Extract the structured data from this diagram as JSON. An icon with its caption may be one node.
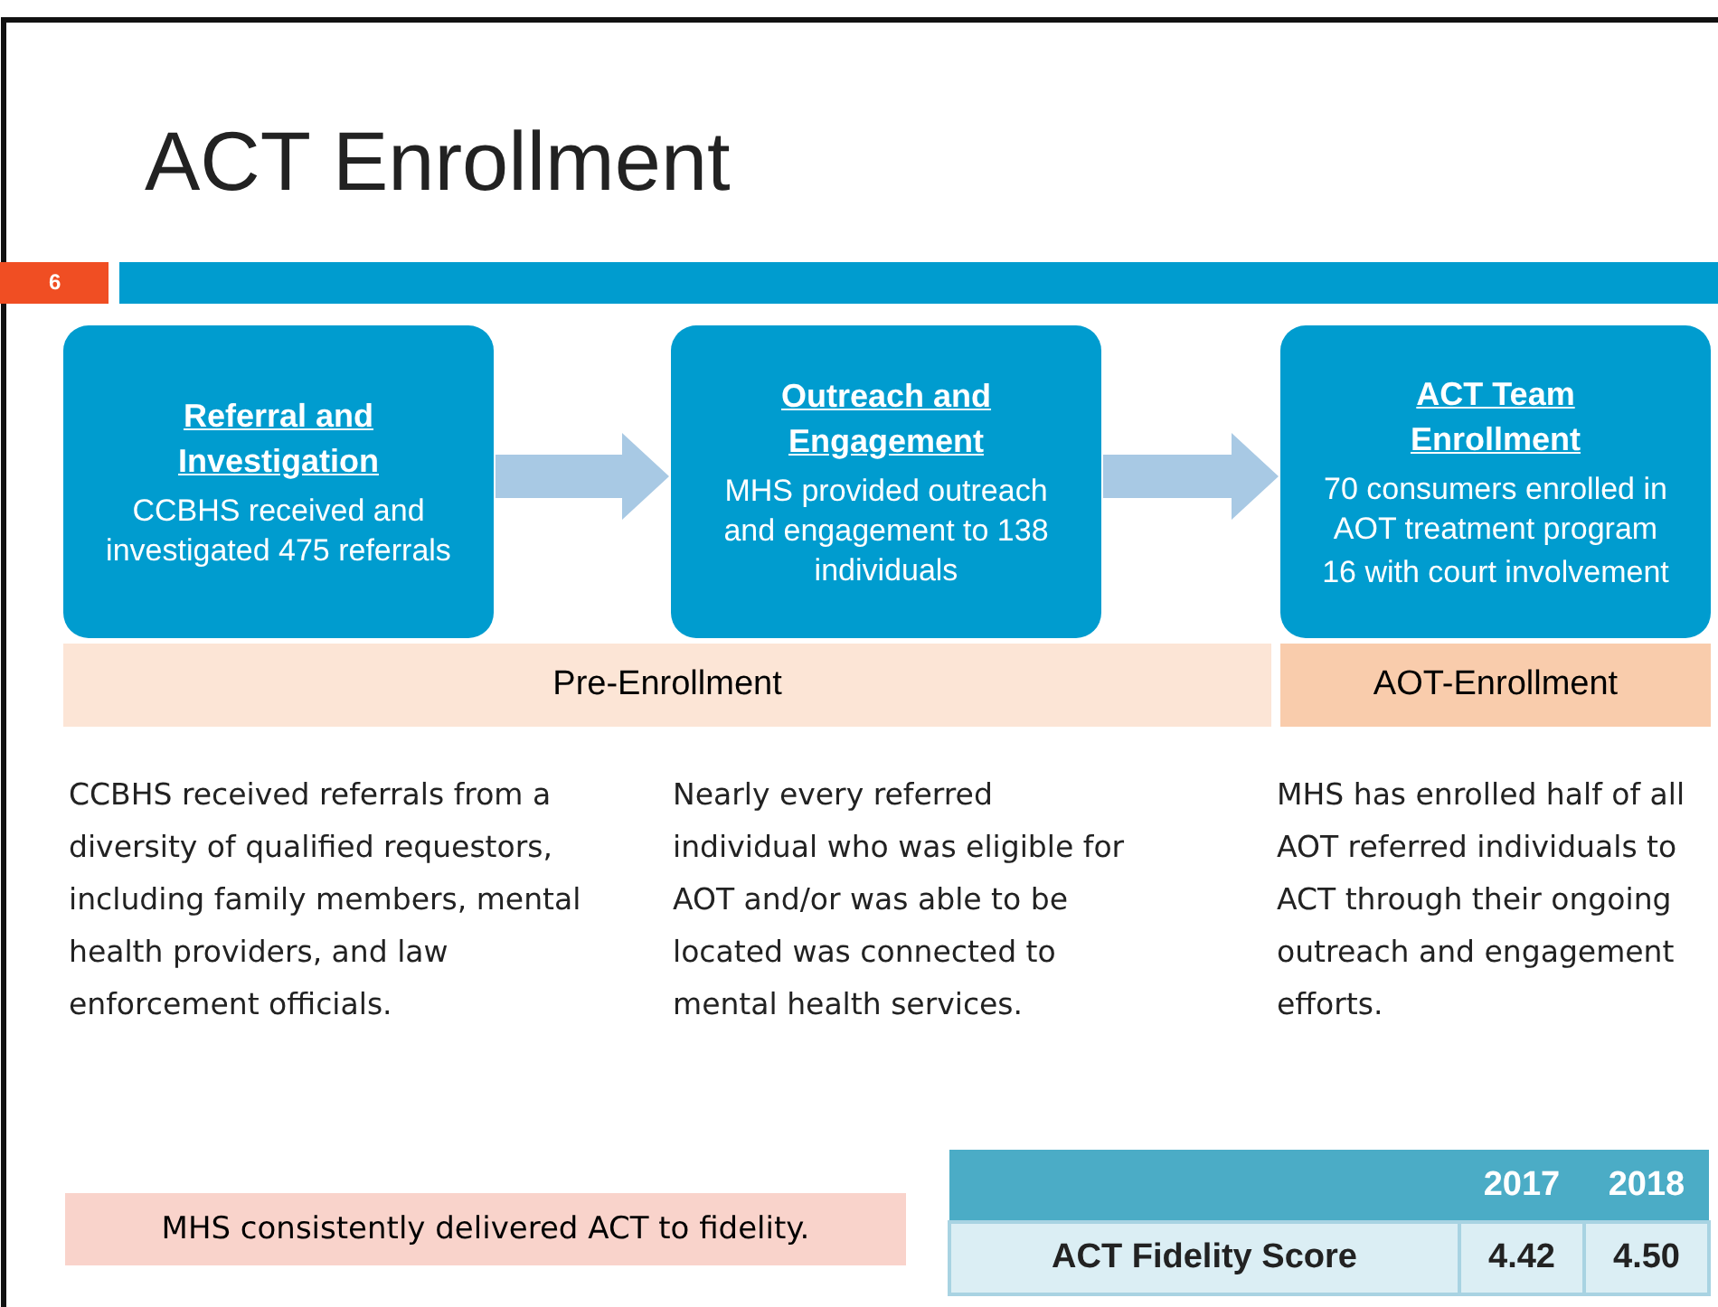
{
  "diagram": {
    "title": "ACT Enrollment",
    "nodes": [
      {
        "text": [
          "Referral and Investigation",
          "CCBHS received and investigated 475 referrals"
        ]
      },
      {
        "text": [
          "Outreach and Engagement",
          "MHS provided outreach and engagement to 138 individuals"
        ]
      },
      {
        "text": [
          "ACT Team Enrollment",
          "70 consumers enrolled in AOT treatment program",
          "16 with court involvement"
        ]
      },
      {
        "text": [
          "Pre-Enrollment"
        ]
      },
      {
        "text": [
          "AOT-Enrollment"
        ]
      },
      {
        "text": [
          "MHS consistently delivered ACT to fidelity."
        ]
      }
    ],
    "edges": [
      {
        "from": 0,
        "to": 1,
        "arrow": "to"
      },
      {
        "from": 1,
        "to": 2,
        "arrow": "to"
      }
    ],
    "labels": [
      "6",
      "CCBHS received referrals from a diversity of qualified requestors, including family members, mental health providers, and law enforcement officials.",
      "Nearly every referred individual who was eligible for AOT and/or was able to be located was connected to mental health services.",
      "MHS has enrolled half of all AOT referred individuals to ACT through their ongoing outreach and engagement efforts.",
      "2017",
      "2018",
      "ACT Fidelity Score",
      "4.42",
      "4.50"
    ]
  }
}
